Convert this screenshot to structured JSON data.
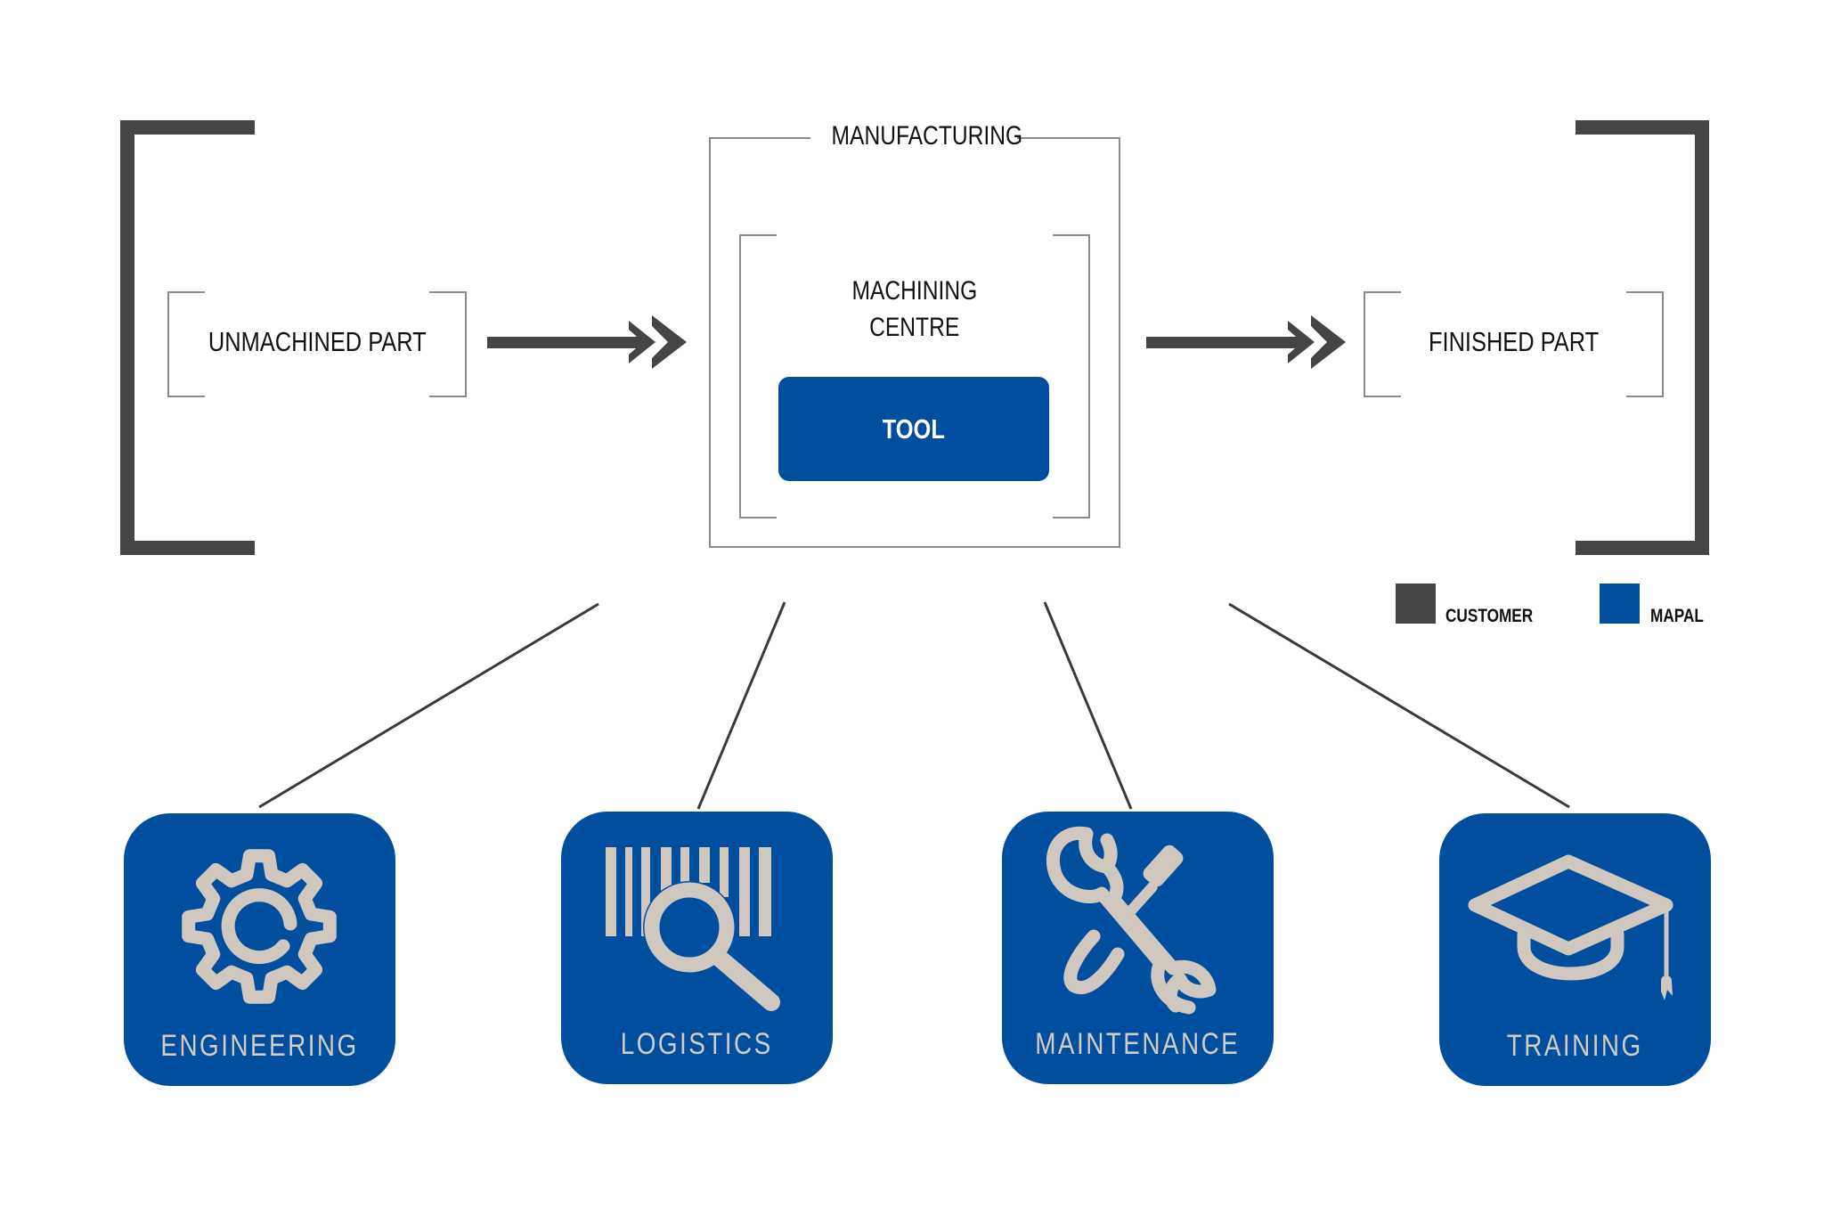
{
  "diagram": {
    "outer_scope": {
      "left_bracket": "customer",
      "right_bracket": "customer"
    },
    "nodes": {
      "unmachined_part": "UNMACHINED PART",
      "manufacturing": "MANUFACTURING",
      "machining_centre_line1": "MACHINING",
      "machining_centre_line2": "CENTRE",
      "tool": "TOOL",
      "finished_part": "FINISHED PART"
    },
    "flow": [
      {
        "from": "UNMACHINED PART",
        "to": "MANUFACTURING",
        "arrow": "double-chevron-arrow"
      },
      {
        "from": "MANUFACTURING",
        "to": "FINISHED PART",
        "arrow": "double-chevron-arrow"
      }
    ],
    "services": [
      {
        "label": "ENGINEERING",
        "icon": "gear-icon"
      },
      {
        "label": "LOGISTICS",
        "icon": "barcode-magnifier-icon"
      },
      {
        "label": "MAINTENANCE",
        "icon": "wrench-screwdriver-icon"
      },
      {
        "label": "TRAINING",
        "icon": "graduation-cap-icon"
      }
    ],
    "legend": [
      {
        "label": "CUSTOMER",
        "color": "#454545"
      },
      {
        "label": "MAPAL",
        "color": "#004f9f"
      }
    ]
  },
  "colors": {
    "customer": "#454545",
    "mapal_blue": "#004f9f",
    "icon_beige": "#d0c7be",
    "thin_line": "#8a8a8a"
  }
}
